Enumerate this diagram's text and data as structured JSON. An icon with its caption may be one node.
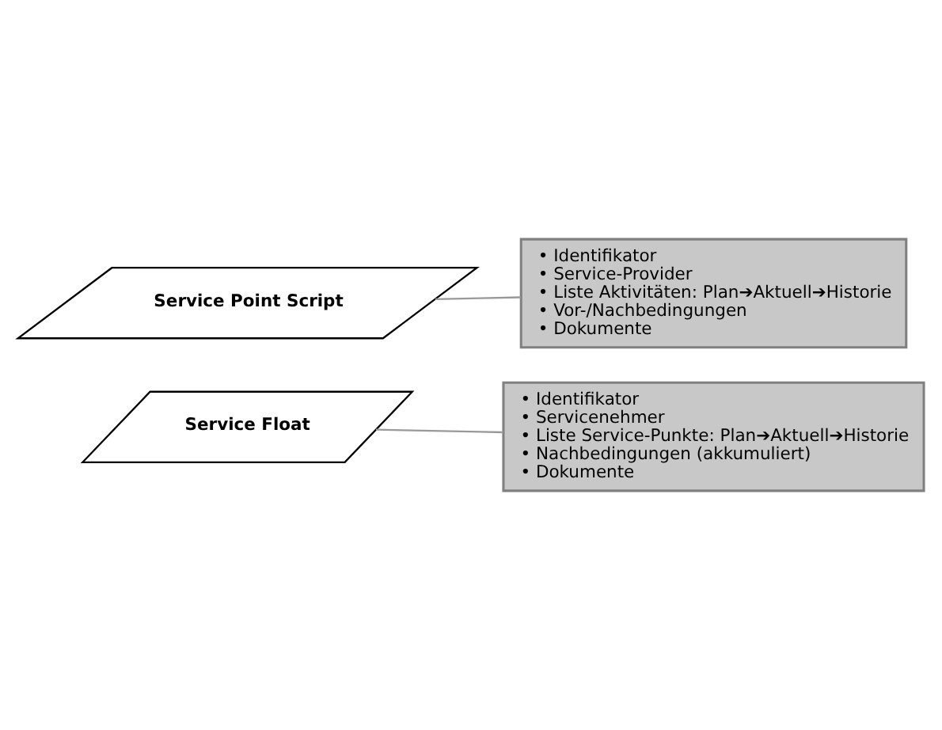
{
  "diagram": {
    "nodes": [
      {
        "text": [
          "Service Float"
        ]
      },
      {
        "text": [
          "• Identifikator",
          "• Servicenehmer",
          "• Liste Service-Punkte: Plan➔Aktuell➔Historie",
          "• Nachbedingungen (akkumuliert)",
          "• Dokumente"
        ]
      },
      {
        "text": [
          "Service Point Script"
        ]
      },
      {
        "text": [
          "• Identifikator",
          "• Service-Provider",
          "• Liste Aktivitäten: Plan➔Aktuell➔Historie",
          "• Vor-/Nachbedingungen",
          "• Dokumente"
        ]
      }
    ],
    "edges": [
      {
        "from": 0,
        "to": 1,
        "arrow": "none"
      },
      {
        "from": 2,
        "to": 3,
        "arrow": "none"
      }
    ]
  }
}
